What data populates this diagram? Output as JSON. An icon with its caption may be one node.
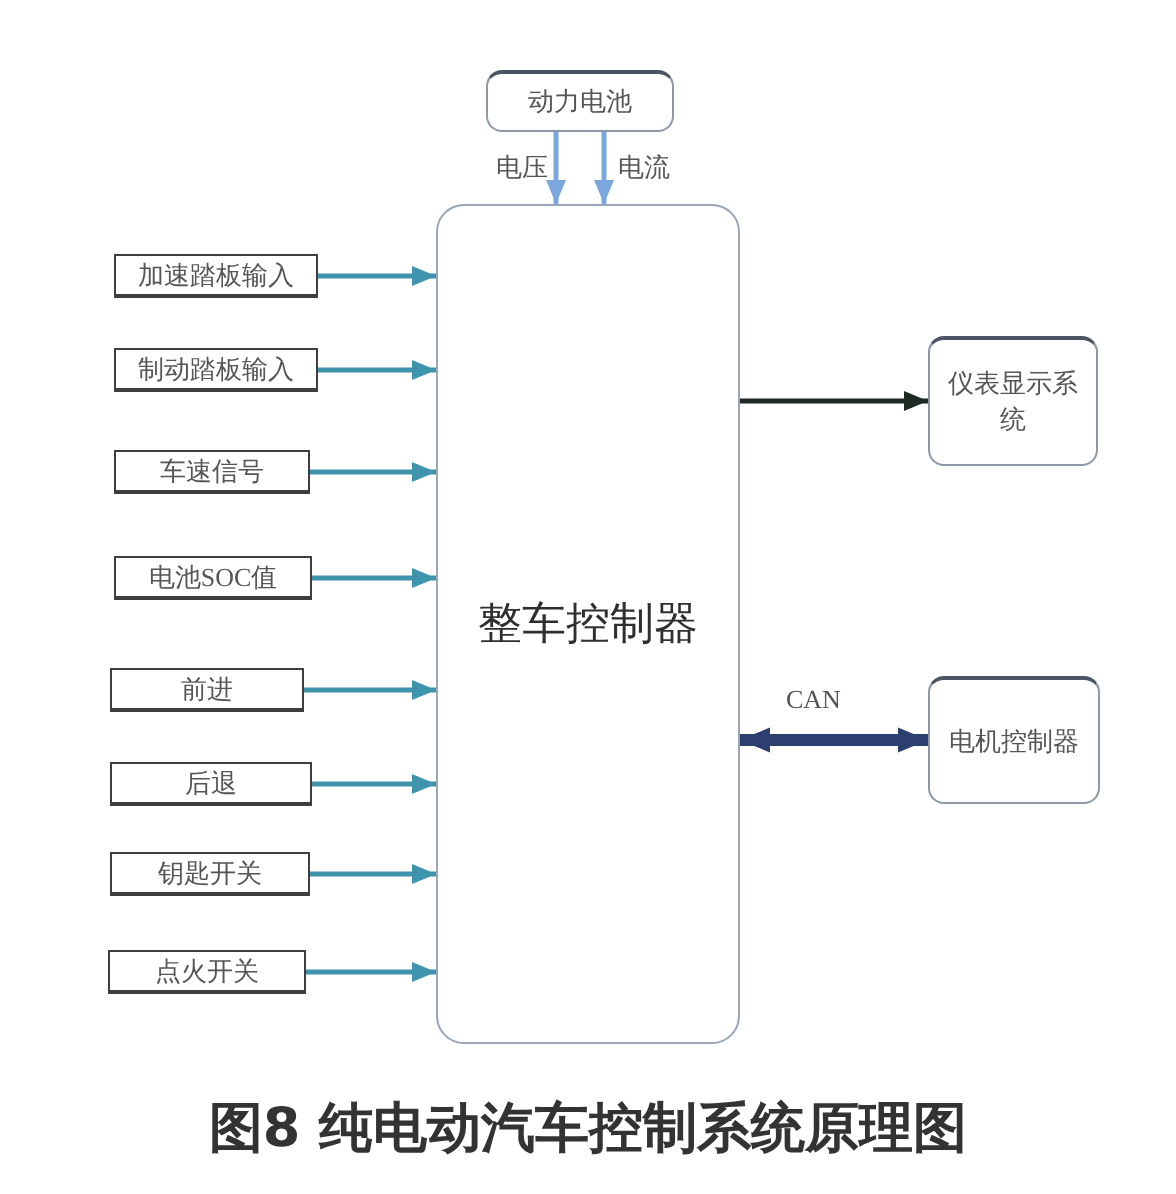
{
  "diagram": {
    "caption": "图8 纯电动汽车控制系统原理图",
    "nodes": [
      {
        "text": [
          "动力电池"
        ]
      },
      {
        "text": [
          "整车控制器"
        ]
      },
      {
        "text": [
          "加速踏板输入"
        ]
      },
      {
        "text": [
          "制动踏板输入"
        ]
      },
      {
        "text": [
          "车速信号"
        ]
      },
      {
        "text": [
          "电池SOC值"
        ]
      },
      {
        "text": [
          "前进"
        ]
      },
      {
        "text": [
          "后退"
        ]
      },
      {
        "text": [
          "钥匙开关"
        ]
      },
      {
        "text": [
          "点火开关"
        ]
      },
      {
        "text": [
          "仪表显示系统"
        ]
      },
      {
        "text": [
          "电机控制器"
        ]
      }
    ],
    "edges": [
      {
        "from": 0,
        "to": 1,
        "arrow": "to",
        "label": "电压",
        "color": "#7aa7dd"
      },
      {
        "from": 0,
        "to": 1,
        "arrow": "to",
        "label": "电流",
        "color": "#7aa7dd"
      },
      {
        "from": 2,
        "to": 1,
        "arrow": "to"
      },
      {
        "from": 3,
        "to": 1,
        "arrow": "to"
      },
      {
        "from": 4,
        "to": 1,
        "arrow": "to"
      },
      {
        "from": 5,
        "to": 1,
        "arrow": "to"
      },
      {
        "from": 6,
        "to": 1,
        "arrow": "to"
      },
      {
        "from": 7,
        "to": 1,
        "arrow": "to"
      },
      {
        "from": 8,
        "to": 1,
        "arrow": "to"
      },
      {
        "from": 9,
        "to": 1,
        "arrow": "to"
      },
      {
        "from": 1,
        "to": 10,
        "arrow": "to",
        "color": "#1f2a22"
      },
      {
        "from": 1,
        "to": 11,
        "arrow": "both",
        "label": "CAN",
        "style": "thick",
        "color": "#2d3f6e"
      }
    ]
  }
}
